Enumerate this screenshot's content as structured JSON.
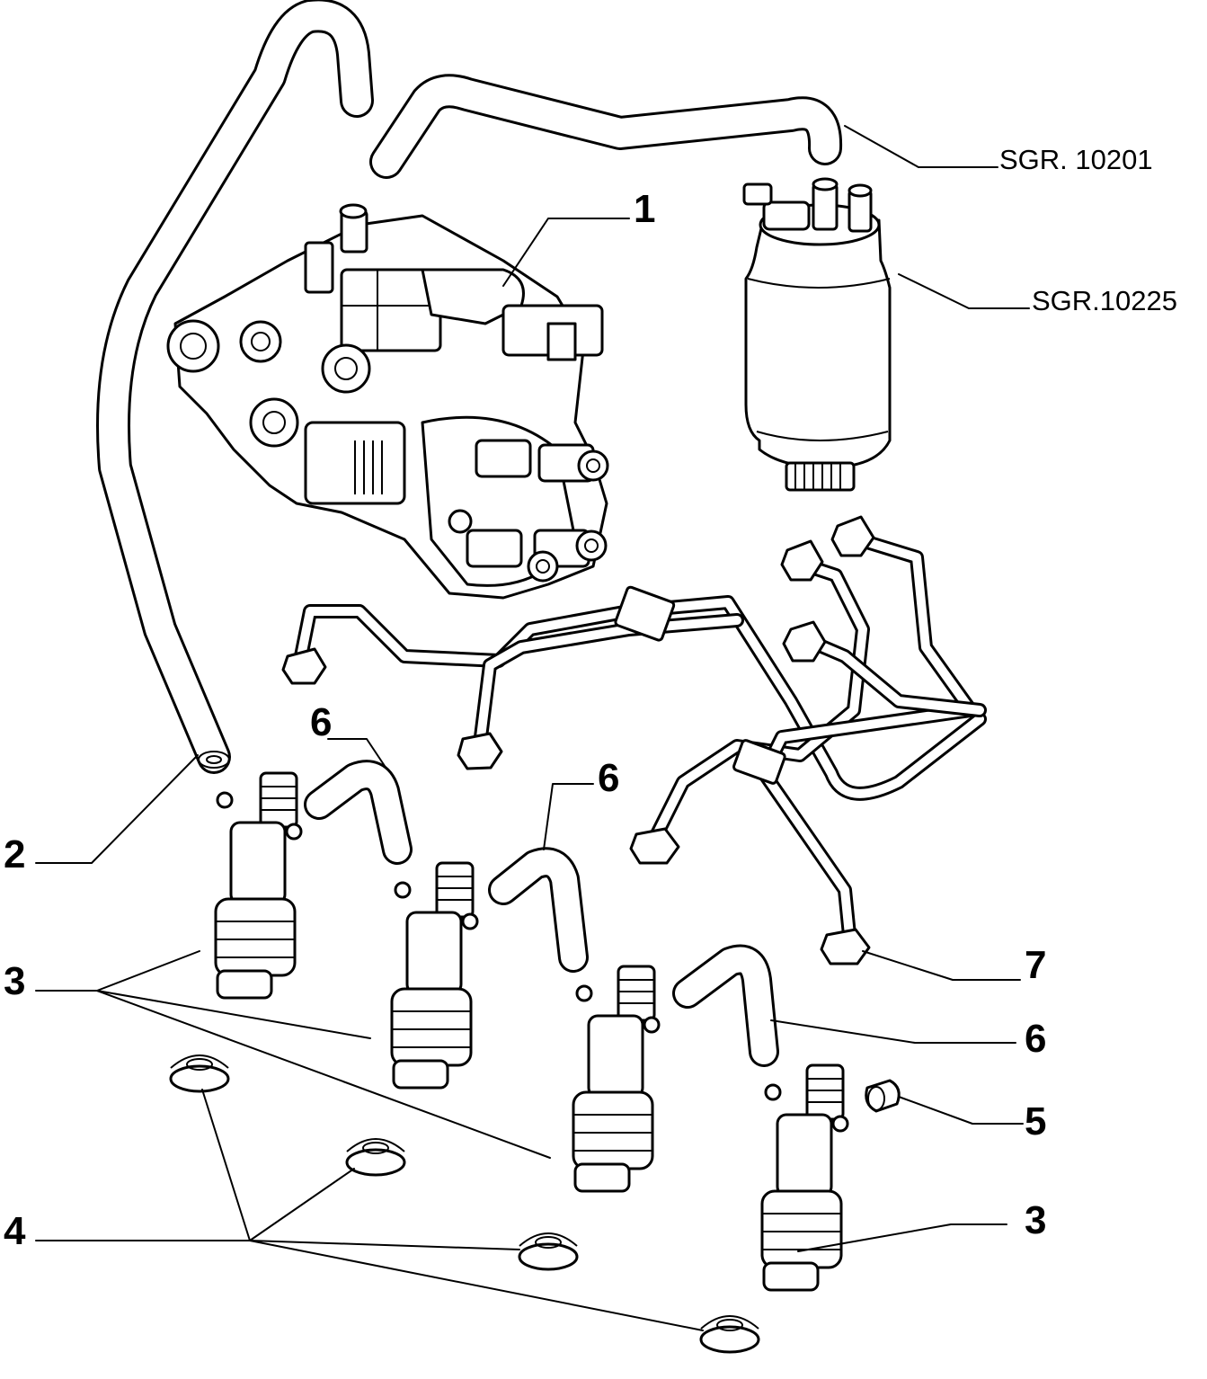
{
  "callouts": {
    "c1": "1",
    "c2": "2",
    "c3_left": "3",
    "c3_right": "3",
    "c4": "4",
    "c5": "5",
    "c6_a": "6",
    "c6_b": "6",
    "c6_c": "6",
    "c7": "7"
  },
  "references": {
    "hose_group": "SGR. 10201",
    "filter_group": "SGR.10225"
  },
  "colors": {
    "line": "#000000",
    "background": "#ffffff"
  }
}
